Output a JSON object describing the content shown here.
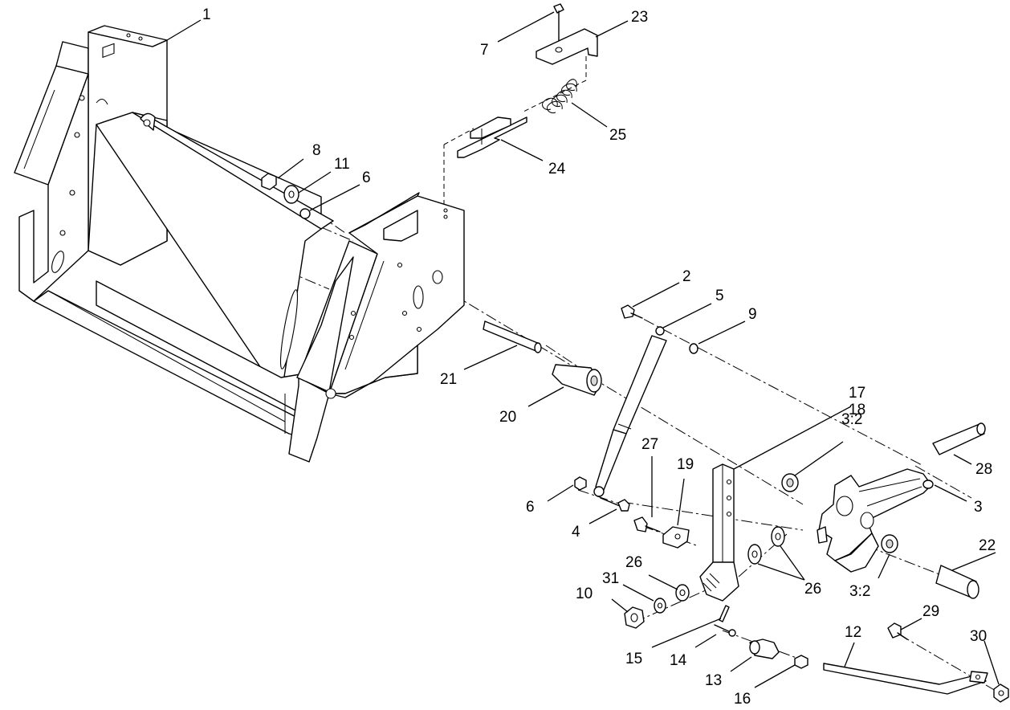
{
  "callouts": [
    "1",
    "2",
    "3",
    "3:2",
    "3:2",
    "4",
    "5",
    "6",
    "6",
    "7",
    "8",
    "9",
    "10",
    "11",
    "12",
    "13",
    "14",
    "15",
    "16",
    "17",
    "18",
    "19",
    "20",
    "21",
    "22",
    "23",
    "24",
    "25",
    "26",
    "26",
    "27",
    "28",
    "29",
    "30",
    "31"
  ]
}
